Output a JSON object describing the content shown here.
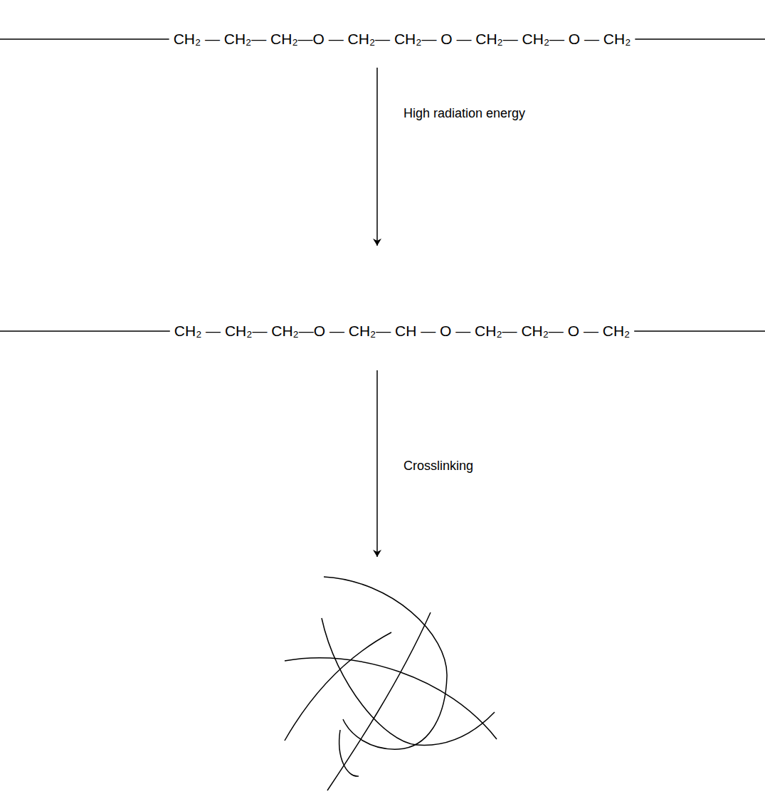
{
  "diagram": {
    "labels": [
      "CH₂ — CH₂— CH₂—O — CH₂— CH₂— O — CH₂— CH₂— O — CH₂",
      "High radiation energy",
      "CH₂ — CH₂— CH₂—O — CH₂— CH — O — CH₂— CH₂— O — CH₂",
      "Crosslinking"
    ]
  }
}
